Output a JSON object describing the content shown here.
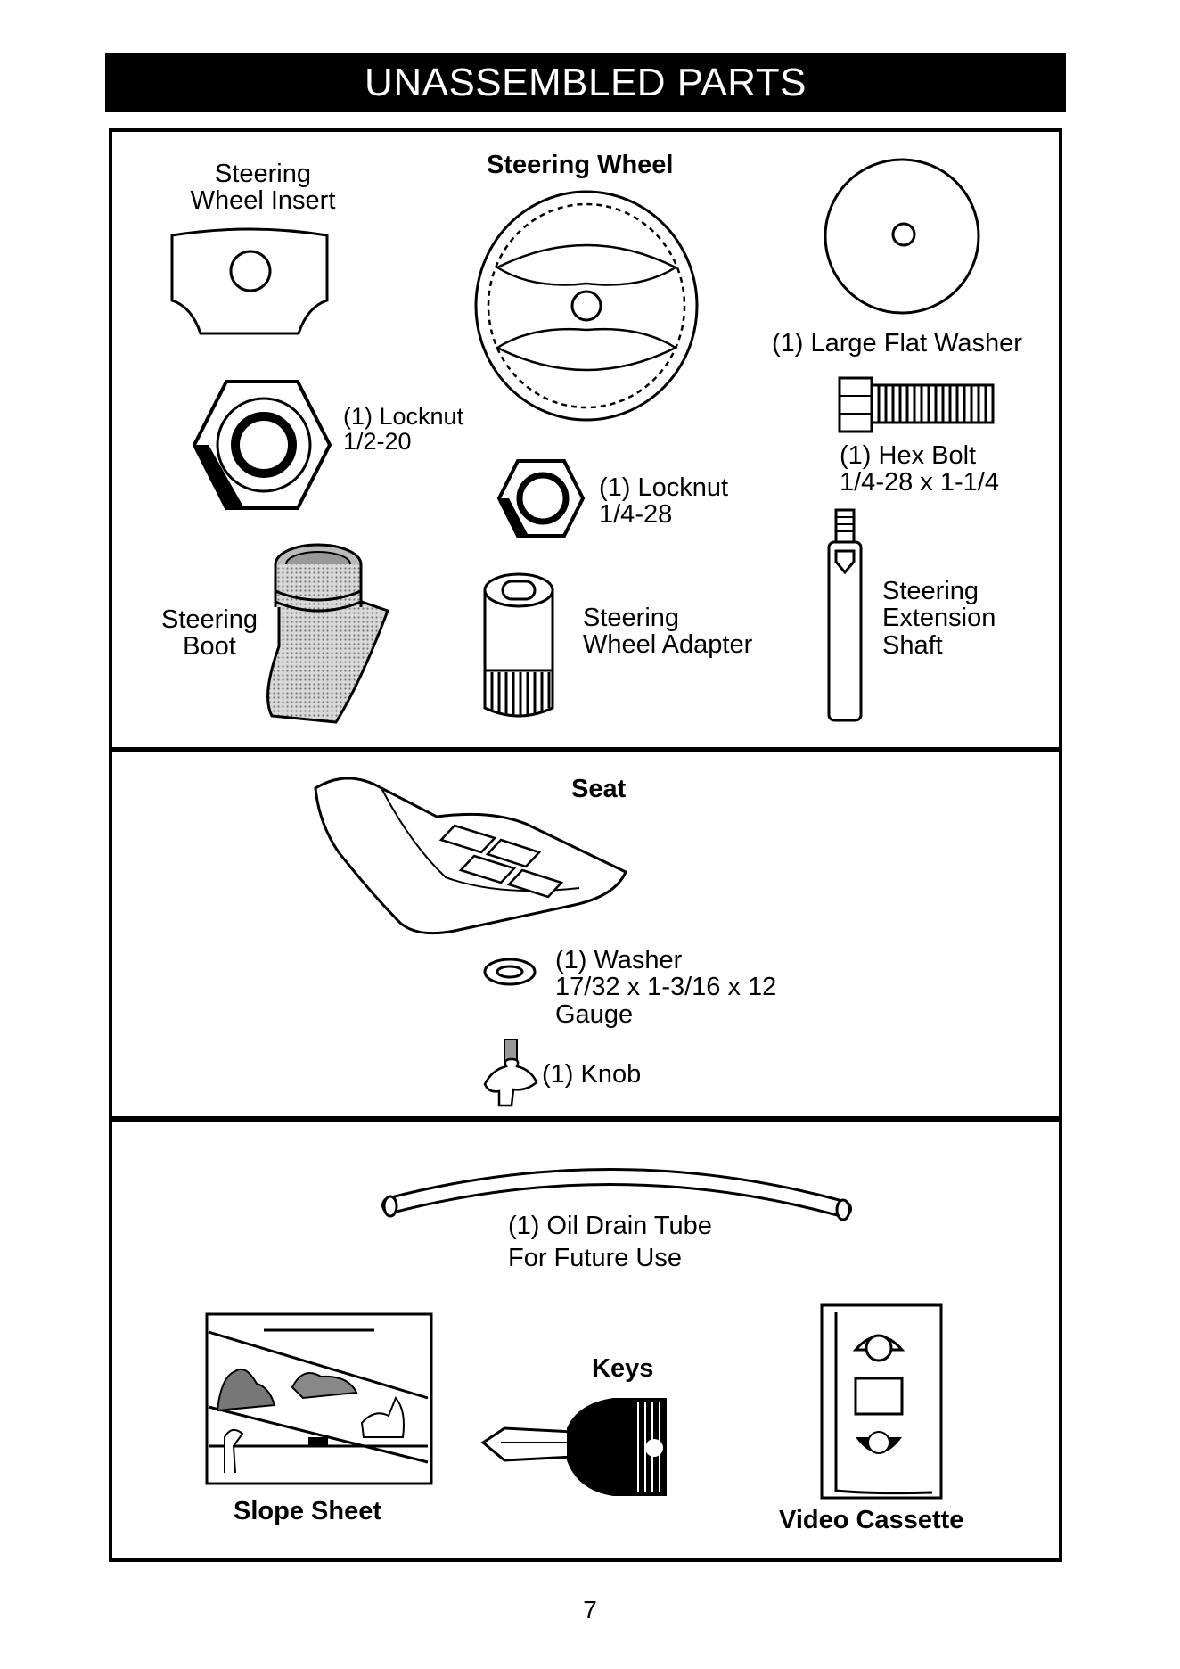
{
  "header": {
    "title": "UNASSEMBLED PARTS"
  },
  "panel1": {
    "steering_wheel_insert": {
      "line1": "Steering",
      "line2": "Wheel Insert"
    },
    "steering_wheel": "Steering Wheel",
    "large_flat_washer": "(1) Large Flat Washer",
    "locknut_large": {
      "line1": "(1) Locknut",
      "line2": "1/2-20"
    },
    "locknut_small": {
      "line1": "(1) Locknut",
      "line2": "1/4-28"
    },
    "hex_bolt": {
      "line1": "(1) Hex Bolt",
      "line2": "1/4-28 x 1-1/4"
    },
    "steering_boot": {
      "line1": "Steering",
      "line2": "Boot"
    },
    "steering_wheel_adapter": {
      "line1": "Steering",
      "line2": "Wheel Adapter"
    },
    "steering_extension_shaft": {
      "line1": "Steering",
      "line2": "Extension",
      "line3": "Shaft"
    }
  },
  "panel2": {
    "seat": "Seat",
    "washer": {
      "line1": "(1) Washer",
      "line2": "17/32 x 1-3/16 x 12",
      "line3": "Gauge"
    },
    "knob": "(1) Knob"
  },
  "panel3": {
    "oil_drain_tube": {
      "line1": "(1) Oil Drain Tube",
      "line2": "For Future Use"
    },
    "keys": "Keys",
    "slope_sheet": "Slope Sheet",
    "video_cassette": "Video Cassette"
  },
  "footer": {
    "page_number": "7"
  }
}
